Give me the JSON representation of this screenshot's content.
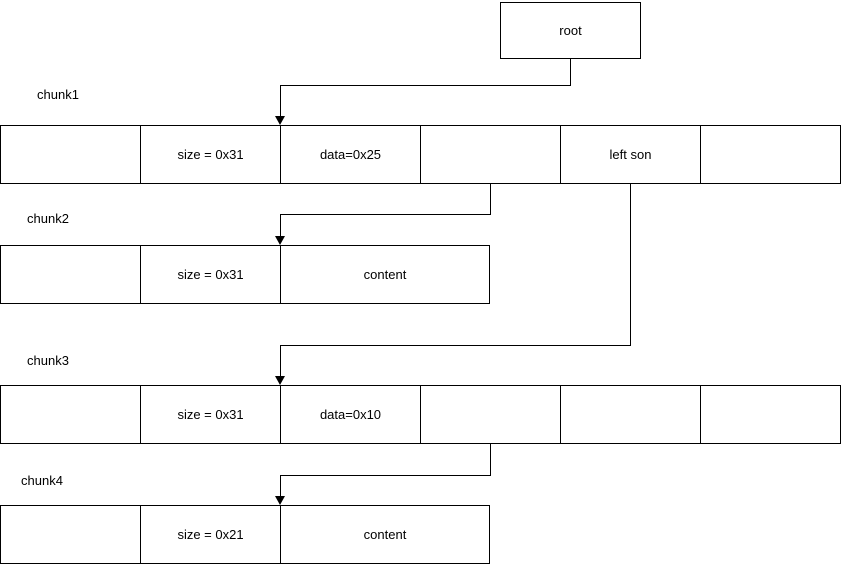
{
  "colors": {
    "background": "#ffffff",
    "line": "#000000",
    "text": "#000000"
  },
  "root": {
    "label": "root"
  },
  "chunks": [
    {
      "name": "chunk1",
      "cells": [
        "",
        "size = 0x31",
        "data=0x25",
        "",
        "left son",
        ""
      ]
    },
    {
      "name": "chunk2",
      "cells": [
        "",
        "size = 0x31",
        "content"
      ]
    },
    {
      "name": "chunk3",
      "cells": [
        "",
        "size = 0x31",
        "data=0x10",
        "",
        "",
        ""
      ]
    },
    {
      "name": "chunk4",
      "cells": [
        "",
        "size = 0x21",
        "content"
      ]
    }
  ]
}
